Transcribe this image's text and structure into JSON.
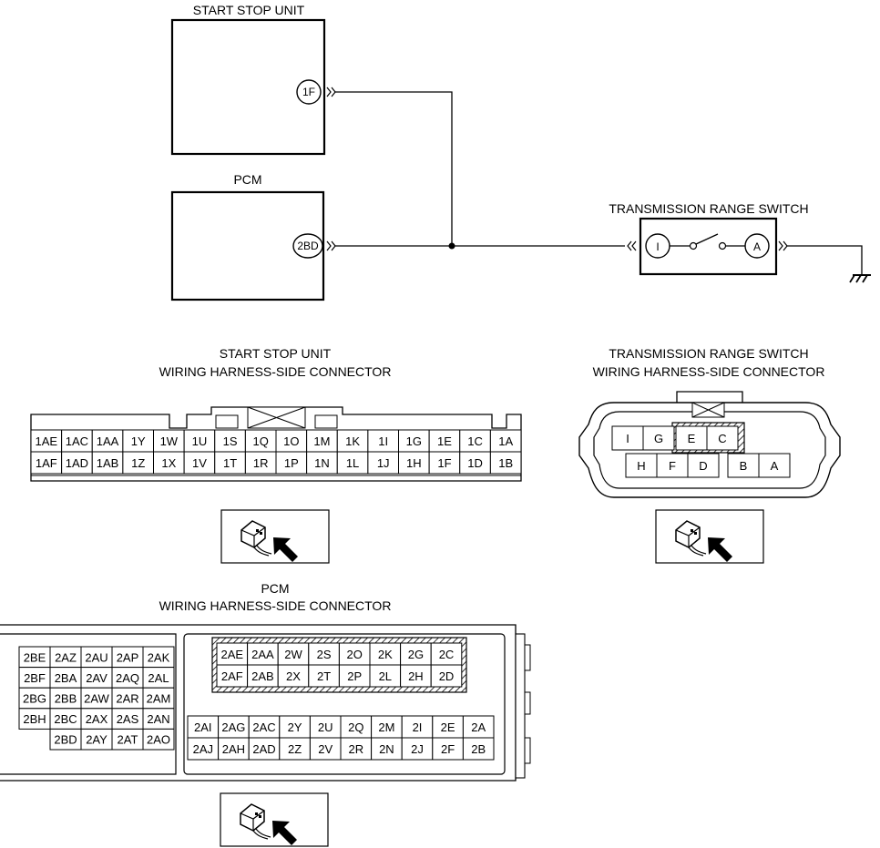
{
  "schematic": {
    "start_stop_unit": {
      "title": "START STOP UNIT",
      "terminal": "1F"
    },
    "pcm": {
      "title": "PCM",
      "terminal": "2BD"
    },
    "transmission_range_switch": {
      "title": "TRANSMISSION RANGE SWITCH",
      "terminal_in": "I",
      "terminal_out": "A"
    }
  },
  "ssu_connector": {
    "title1": "START STOP UNIT",
    "title2": "WIRING HARNESS-SIDE CONNECTOR",
    "row1": [
      "1AE",
      "1AC",
      "1AA",
      "1Y",
      "1W",
      "1U",
      "1S",
      "1Q",
      "1O",
      "1M",
      "1K",
      "1I",
      "1G",
      "1E",
      "1C",
      "1A"
    ],
    "row2": [
      "1AF",
      "1AD",
      "1AB",
      "1Z",
      "1X",
      "1V",
      "1T",
      "1R",
      "1P",
      "1N",
      "1L",
      "1J",
      "1H",
      "1F",
      "1D",
      "1B"
    ]
  },
  "trs_connector": {
    "title1": "TRANSMISSION RANGE SWITCH",
    "title2": "WIRING HARNESS-SIDE CONNECTOR",
    "row1": [
      "I",
      "G",
      "E",
      "C"
    ],
    "row2": [
      "H",
      "F",
      "D",
      "B",
      "A"
    ]
  },
  "pcm_connector": {
    "title1": "PCM",
    "title2": "WIRING HARNESS-SIDE CONNECTOR",
    "left": [
      [
        "2BE",
        "2AZ",
        "2AU",
        "2AP",
        "2AK"
      ],
      [
        "2BF",
        "2BA",
        "2AV",
        "2AQ",
        "2AL"
      ],
      [
        "2BG",
        "2BB",
        "2AW",
        "2AR",
        "2AM"
      ],
      [
        "2BH",
        "2BC",
        "2AX",
        "2AS",
        "2AN"
      ],
      [
        "",
        "2BD",
        "2AY",
        "2AT",
        "2AO"
      ]
    ],
    "top": [
      [
        "2AE",
        "2AA",
        "2W",
        "2S",
        "2O",
        "2K",
        "2G",
        "2C"
      ],
      [
        "2AF",
        "2AB",
        "2X",
        "2T",
        "2P",
        "2L",
        "2H",
        "2D"
      ]
    ],
    "bottom": [
      [
        "2AI",
        "2AG",
        "2AC",
        "2Y",
        "2U",
        "2Q",
        "2M",
        "2I",
        "2E",
        "2A"
      ],
      [
        "2AJ",
        "2AH",
        "2AD",
        "2Z",
        "2V",
        "2R",
        "2N",
        "2J",
        "2F",
        "2B"
      ]
    ]
  }
}
